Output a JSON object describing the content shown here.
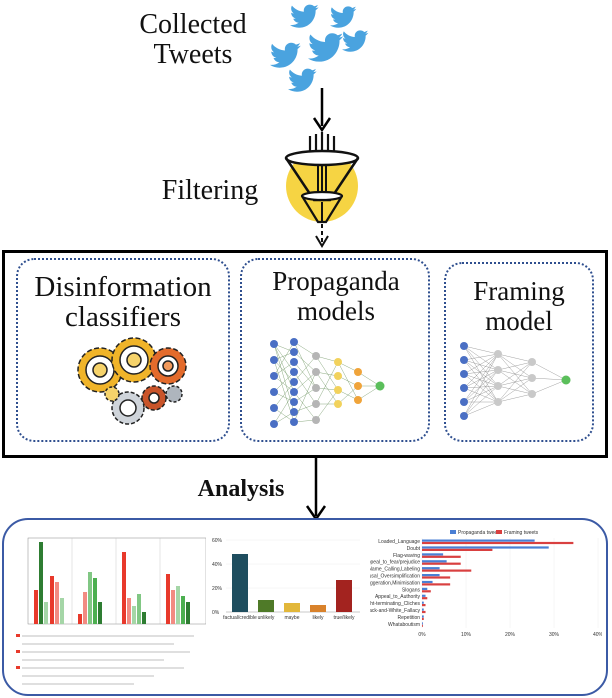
{
  "stages": {
    "collected_tweets": "Collected\nTweets",
    "filtering": "Filtering",
    "analysis": "Analysis"
  },
  "models": {
    "disinformation": "Disinformation\nclassifiers",
    "propaganda": "Propaganda\nmodels",
    "framing": "Framing\nmodel"
  },
  "bar_chart_2": {
    "categories": [
      "factual/credible",
      "unlikely",
      "maybe",
      "likely",
      "true/likely"
    ],
    "colors": [
      "#1f4e5f",
      "#4f7a28",
      "#e2b73a",
      "#d9822b",
      "#a3231f"
    ],
    "y_ticks": [
      "60%",
      "40%",
      "20%",
      "0%"
    ]
  },
  "bar_chart_3": {
    "legend": [
      "Propaganda tweets",
      "Framing tweets"
    ],
    "labels": [
      "Loaded_Language",
      "Doubt",
      "Flag-waving",
      "Appeal_to_fear/prejudice",
      "Name_Calling,Labeling",
      "Causal_Oversimplification",
      "Exaggeration,Minimisation",
      "Slogans",
      "Appeal_to_Authority",
      "Thought-terminating_Cliches",
      "Black-and-White_Fallacy",
      "Repetition",
      "Whataboutism"
    ],
    "x_ticks": [
      "0%",
      "10%",
      "20%",
      "30%",
      "40%"
    ],
    "colors": [
      "#4a7fd4",
      "#d94040"
    ]
  }
}
